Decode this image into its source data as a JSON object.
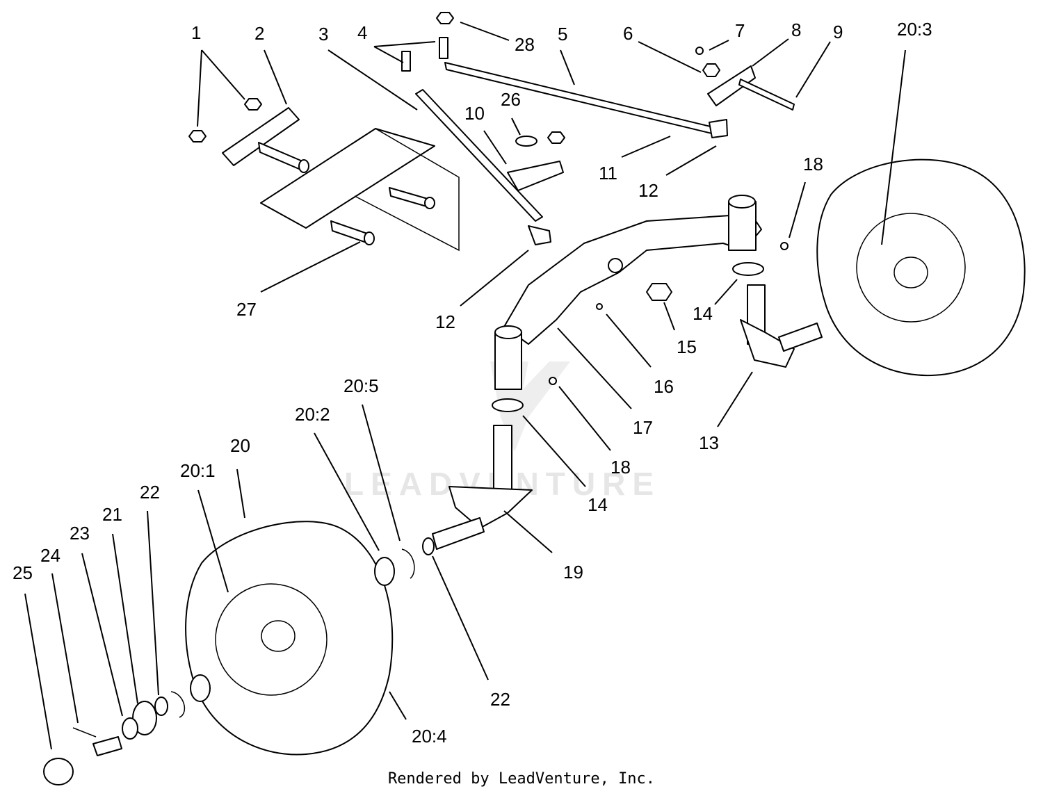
{
  "watermark": {
    "text": "LEADVENTURE"
  },
  "footer": {
    "text": "Rendered by LeadVenture, Inc."
  },
  "callouts": [
    "1",
    "2",
    "3",
    "4",
    "28",
    "5",
    "6",
    "7",
    "8",
    "9",
    "20:3",
    "26",
    "10",
    "11",
    "12",
    "18",
    "27",
    "12",
    "14",
    "15",
    "16",
    "17",
    "18",
    "13",
    "14",
    "20:5",
    "20:2",
    "20",
    "20:1",
    "22",
    "21",
    "23",
    "24",
    "25",
    "19",
    "22",
    "20:4"
  ]
}
